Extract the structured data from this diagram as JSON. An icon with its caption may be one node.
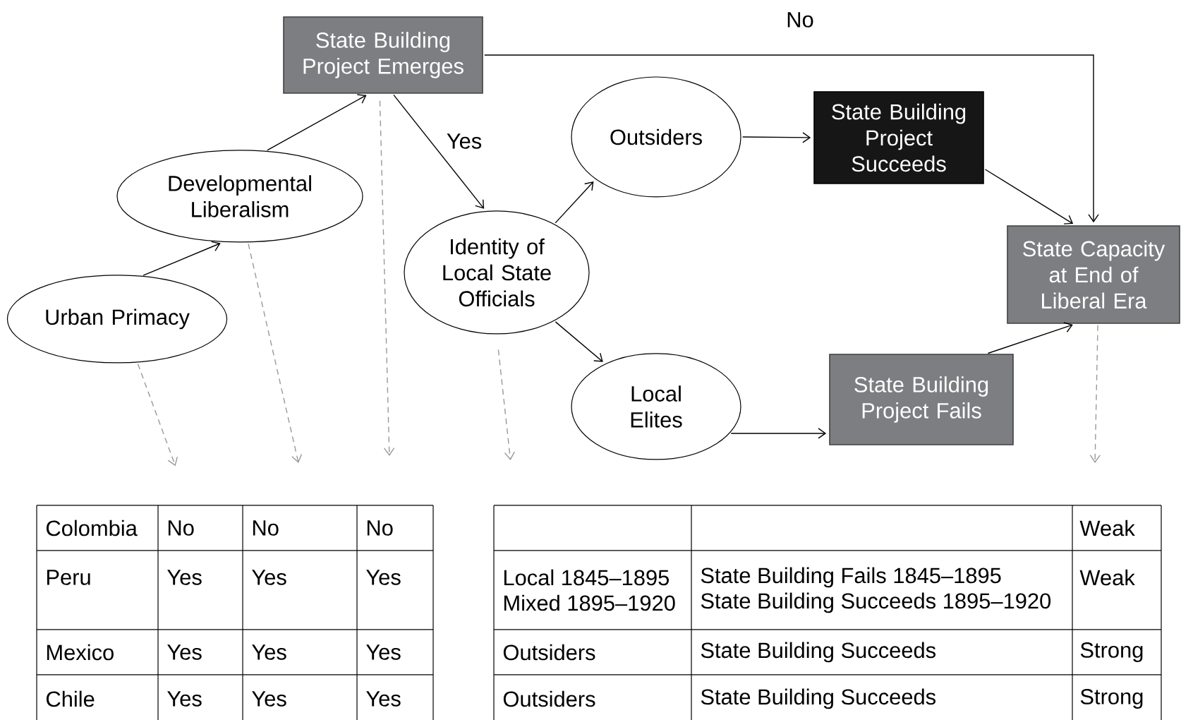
{
  "diagram": {
    "nodes": [
      {
        "text": [
          "Urban Primacy"
        ]
      },
      {
        "text": [
          "Developmental Liberalism"
        ]
      },
      {
        "text": [
          "State Building Project Emerges"
        ]
      },
      {
        "text": [
          "Identity of Local State Officials"
        ]
      },
      {
        "text": [
          "Outsiders"
        ]
      },
      {
        "text": [
          "Local Elites"
        ]
      },
      {
        "text": [
          "State Building Project Succeeds"
        ]
      },
      {
        "text": [
          "State Building Project Fails"
        ]
      },
      {
        "text": [
          "State Capacity at End of Liberal Era"
        ]
      }
    ],
    "edges": [
      {
        "from": 0,
        "to": 1,
        "arrow": "to"
      },
      {
        "from": 1,
        "to": 2,
        "arrow": "to"
      },
      {
        "from": 2,
        "to": 3,
        "arrow": "to",
        "label": "Yes"
      },
      {
        "from": 3,
        "to": 4,
        "arrow": "to"
      },
      {
        "from": 3,
        "to": 5,
        "arrow": "to"
      },
      {
        "from": 4,
        "to": 6,
        "arrow": "to"
      },
      {
        "from": 5,
        "to": 7,
        "arrow": "to"
      },
      {
        "from": 6,
        "to": 8,
        "arrow": "to"
      },
      {
        "from": 7,
        "to": 8,
        "arrow": "to"
      },
      {
        "from": 2,
        "to": 8,
        "arrow": "to",
        "label": "No"
      },
      {
        "from": 0,
        "to": null,
        "arrow": "to",
        "style": "dashed",
        "color": "#999999"
      },
      {
        "from": 1,
        "to": null,
        "arrow": "to",
        "style": "dashed",
        "color": "#999999"
      },
      {
        "from": 2,
        "to": null,
        "arrow": "to",
        "style": "dashed",
        "color": "#999999"
      },
      {
        "from": 3,
        "to": null,
        "arrow": "to",
        "style": "dashed",
        "color": "#999999"
      },
      {
        "from": 8,
        "to": null,
        "arrow": "to",
        "style": "dashed",
        "color": "#999999"
      }
    ],
    "labels": [
      "Colombia",
      "No",
      "No",
      "No",
      "Weak",
      "Peru",
      "Yes",
      "Yes",
      "Yes",
      "Local 1845–1895",
      "Mixed 1895–1920",
      "State Building Fails 1845–1895",
      "State Building Succeeds 1895–1920",
      "Weak",
      "Mexico",
      "Yes",
      "Yes",
      "Yes",
      "Outsiders",
      "State Building Succeeds",
      "Strong",
      "Chile",
      "Yes",
      "Yes",
      "Yes",
      "Outsiders",
      "State Building Succeeds",
      "Strong"
    ]
  }
}
